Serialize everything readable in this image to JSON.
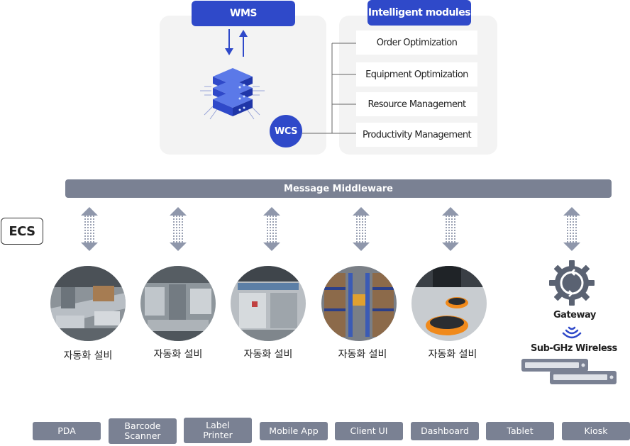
{
  "top": {
    "wms_label": "WMS",
    "intelligent_label": "Intelligent modules",
    "modules": [
      "Order Optimization",
      "Equipment Optimization",
      "Resource Management",
      "Productivity Management"
    ],
    "wcs_label": "WCS"
  },
  "middleware_label": "Message Middleware",
  "ecs_label": "ECS",
  "equipment": [
    {
      "label": "자동화 설비"
    },
    {
      "label": "자동화 설비"
    },
    {
      "label": "자동화 설비"
    },
    {
      "label": "자동화 설비"
    },
    {
      "label": "자동화 설비"
    }
  ],
  "gateway": {
    "gateway_label": "Gateway",
    "wireless_label": "Sub-GHz Wireless"
  },
  "bottom_buttons": [
    {
      "label": "PDA"
    },
    {
      "label": "Barcode\nScanner"
    },
    {
      "label": "Label\nPrinter"
    },
    {
      "label": "Mobile App"
    },
    {
      "label": "Client UI"
    },
    {
      "label": "Dashboard"
    },
    {
      "label": "Tablet"
    },
    {
      "label": "Kiosk"
    }
  ],
  "colors": {
    "accent_blue": "#2f49c9",
    "slate": "#7a8193",
    "panel_gray": "#f3f3f3"
  }
}
